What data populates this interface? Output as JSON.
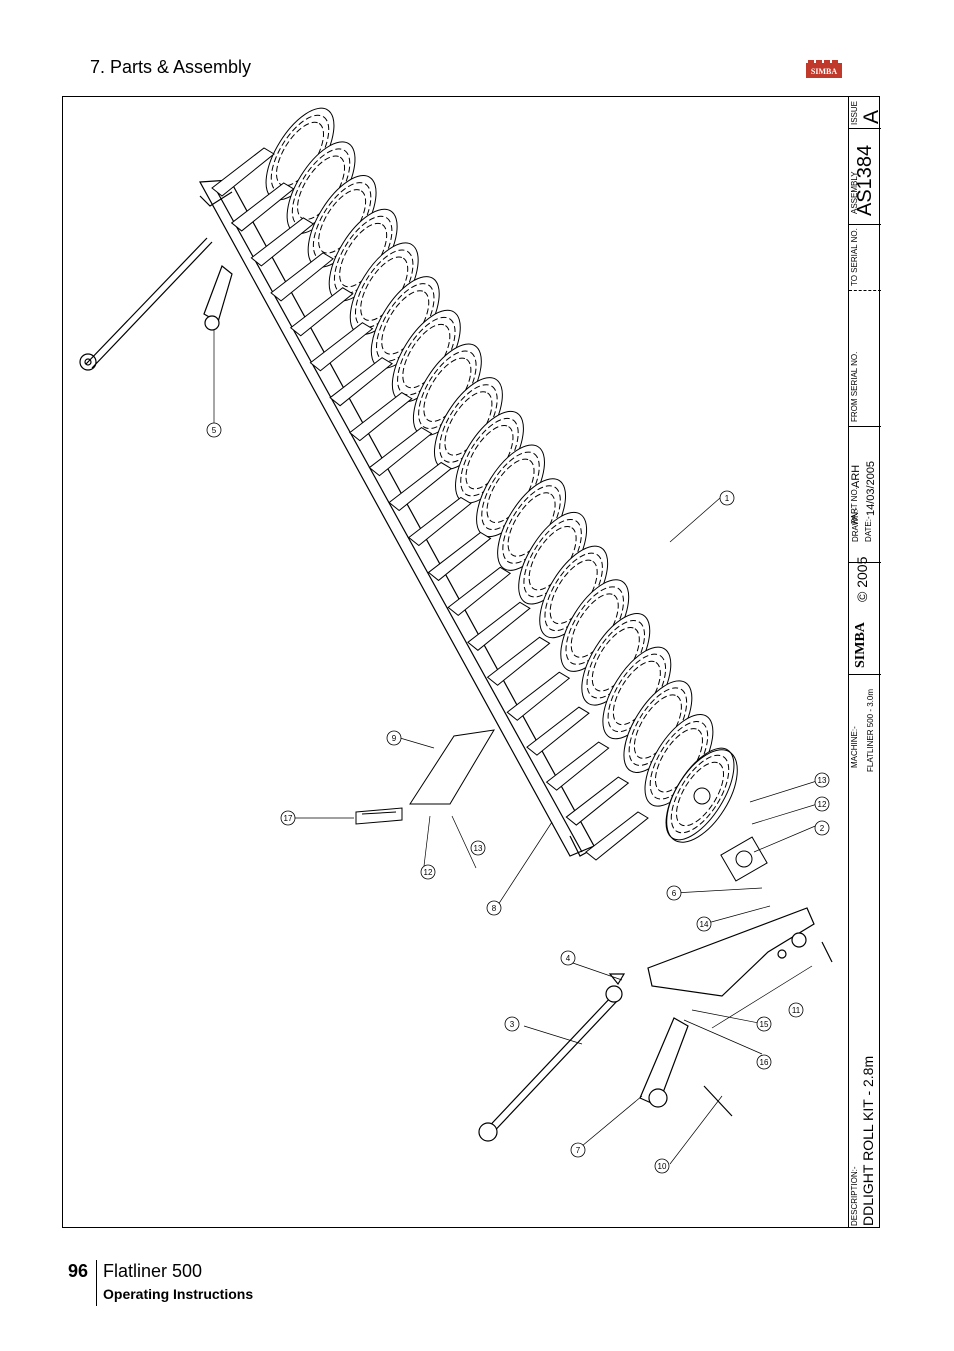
{
  "header": {
    "section": "7. Parts & Assembly",
    "logo_text": "SIMBA"
  },
  "titleblock": {
    "issue_label": "ISSUE",
    "issue": "A",
    "assembly_label": "ASSEMBLY",
    "assembly": "AS1384",
    "to_serial_label": "TO SERIAL NO.",
    "from_serial_label": "FROM SERIAL NO.",
    "part_no_label": "PART NO.",
    "drawn_label": "DRAWN:-",
    "drawn": "ARH",
    "date_label": "DATE:-",
    "date": "14/03/2005",
    "logo": "SIMBA",
    "copyright": "© 2005",
    "machine_label": "MACHINE:-",
    "machine": "FLATLINER 500 - 3.0m",
    "description_label": "DESCRIPTION:-",
    "description": "DDLIGHT ROLL KIT - 2.8m"
  },
  "callouts": [
    "1",
    "2",
    "3",
    "4",
    "5",
    "6",
    "7",
    "8",
    "9",
    "10",
    "11",
    "12",
    "12",
    "13",
    "13",
    "14",
    "15",
    "16",
    "17"
  ],
  "footer": {
    "page": "96",
    "model": "Flatliner 500",
    "subtitle": "Operating Instructions"
  }
}
